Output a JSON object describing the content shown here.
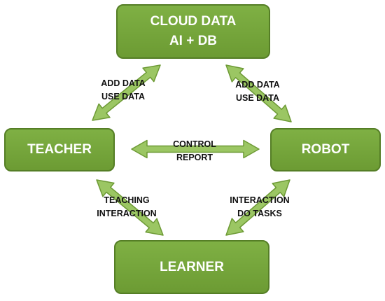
{
  "colors": {
    "box_fill": "#74a43a",
    "box_border": "#557e26",
    "box_text": "#ffffff",
    "arrow_fill": "#9bc663",
    "arrow_stroke": "#6d9a35",
    "label_text": "#111111"
  },
  "nodes": {
    "cloud": {
      "line1": "CLOUD DATA",
      "line2": "AI + DB"
    },
    "teacher": {
      "label": "TEACHER"
    },
    "robot": {
      "label": "ROBOT"
    },
    "learner": {
      "label": "LEARNER"
    }
  },
  "connections": {
    "cloud_teacher": {
      "line1": "ADD DATA",
      "line2": "USE DATA"
    },
    "cloud_robot": {
      "line1": "ADD DATA",
      "line2": "USE DATA"
    },
    "teacher_robot": {
      "line1": "CONTROL",
      "line2": "REPORT"
    },
    "teacher_learner": {
      "line1": "TEACHING",
      "line2": "INTERACTION"
    },
    "robot_learner": {
      "line1": "INTERACTION",
      "line2": "DO TASKS"
    }
  }
}
